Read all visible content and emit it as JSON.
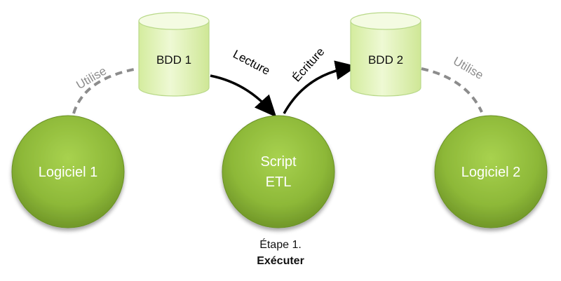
{
  "nodes": {
    "bdd1": "BDD 1",
    "bdd2": "BDD 2",
    "logiciel1": "Logiciel 1",
    "logiciel2": "Logiciel 2",
    "script_line1": "Script",
    "script_line2": "ETL"
  },
  "edges": {
    "uses_left": "Utilise",
    "uses_right": "Utilise",
    "read": "Lecture",
    "write": "Écriture"
  },
  "caption": {
    "step": "Étape 1.",
    "action": "Exécuter"
  },
  "colors": {
    "circle_fill": "#8db838",
    "circle_edge": "#6a9126",
    "cylinder_fill": "#e6f5c0",
    "dashed_line": "#8c8c8c",
    "arrow": "#000000"
  }
}
